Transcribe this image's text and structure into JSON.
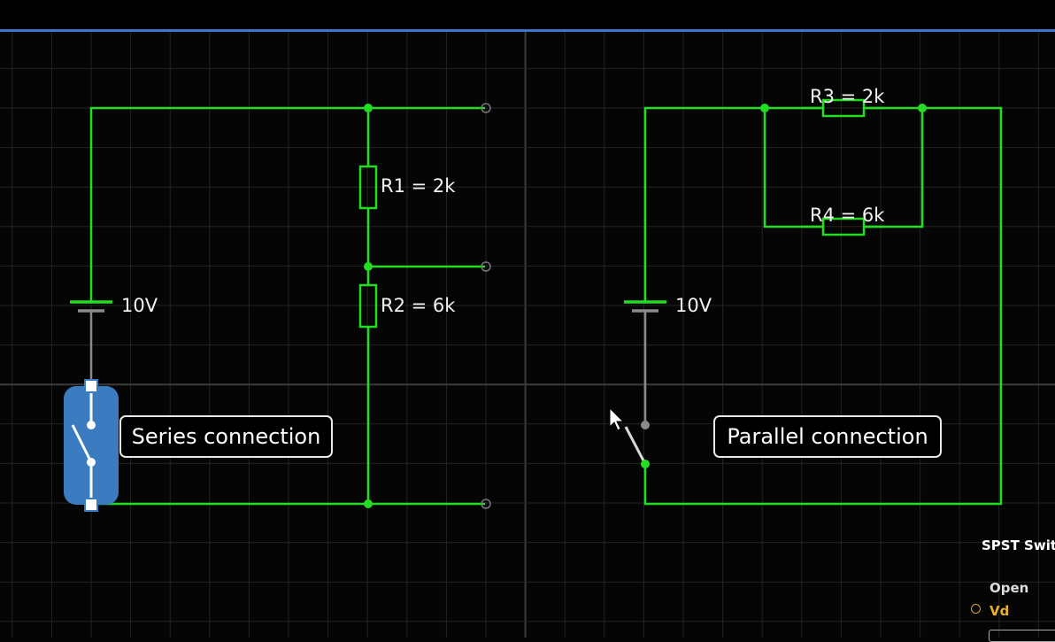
{
  "colors": {
    "wire": "#22dd22",
    "inactive_wire": "#8a8a8a",
    "selection": "#3b7bc0",
    "grid_minor": "#242424",
    "grid_major": "#3c3c3c",
    "accent": "#3b78c8"
  },
  "series": {
    "battery_label": "10V",
    "r1_label": "R1 = 2k",
    "r2_label": "R2 = 6k",
    "callout": "Series connection"
  },
  "parallel": {
    "battery_label": "10V",
    "r3_label": "R3 = 2k",
    "r4_label": "R4 = 6k",
    "callout": "Parallel connection"
  },
  "properties_panel": {
    "title": "SPST Switc",
    "state": "Open",
    "vd_label": "Vd"
  },
  "icons": [
    "mouse-cursor-icon",
    "battery-icon",
    "resistor-icon",
    "switch-icon",
    "probe-terminal-icon"
  ]
}
